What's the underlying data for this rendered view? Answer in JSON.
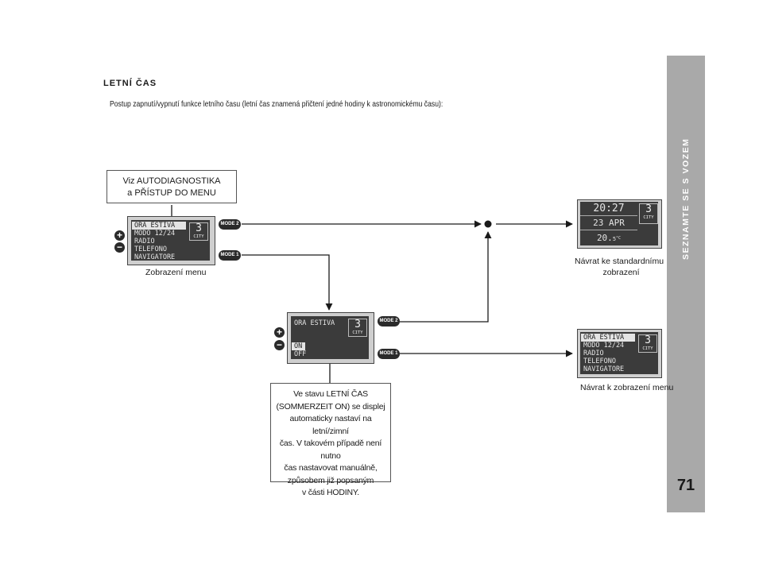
{
  "section": {
    "title": "LETNÍ ČAS",
    "intro": "Postup zapnutí/vypnutí funkce letního času (letní čas znamená přičtení jedné hodiny k astronomickému času):"
  },
  "sidebar": {
    "label": "SEZNAMTE SE S VOZEM",
    "page_number": "71",
    "color": "#a9a9a9"
  },
  "diagram": {
    "note_top": [
      "Viz AUTODIAGNOSTIKA",
      "a PŘÍSTUP DO MENU"
    ],
    "menu_display": {
      "items": [
        "ORA ESTIVA",
        "MODO 12/24",
        "RADIO",
        "TELEFONO",
        "NAVIGATORE"
      ],
      "corner_number": "3",
      "corner_label": "CITY",
      "caption": "Zobrazení menu"
    },
    "buttons": {
      "mode2": "MODE 2",
      "mode1": "MODE 1",
      "plus": "+",
      "minus": "−"
    },
    "standard_display": {
      "time": "20:27",
      "date": "23 APR",
      "temp_main": "20.",
      "temp_decimal": "5",
      "temp_unit": "°C",
      "corner_number": "3",
      "corner_label": "CITY",
      "caption": [
        "Návrat ke standardnímu",
        "zobrazení"
      ]
    },
    "submenu_display": {
      "title": "ORA ESTIVA",
      "options": [
        "ON",
        "OFF"
      ],
      "corner_number": "3",
      "corner_label": "CITY"
    },
    "return_menu_caption": "Návrat k zobrazení menu",
    "note_bottom": [
      "Ve stavu LETNÍ ČAS",
      "(SOMMERZEIT ON) se displej",
      "automaticky nastaví na letní/zimní",
      "čas. V takovém případě není nutno",
      "čas nastavovat manuálně,",
      "způsobem již popsaným",
      "v části HODINY."
    ]
  }
}
